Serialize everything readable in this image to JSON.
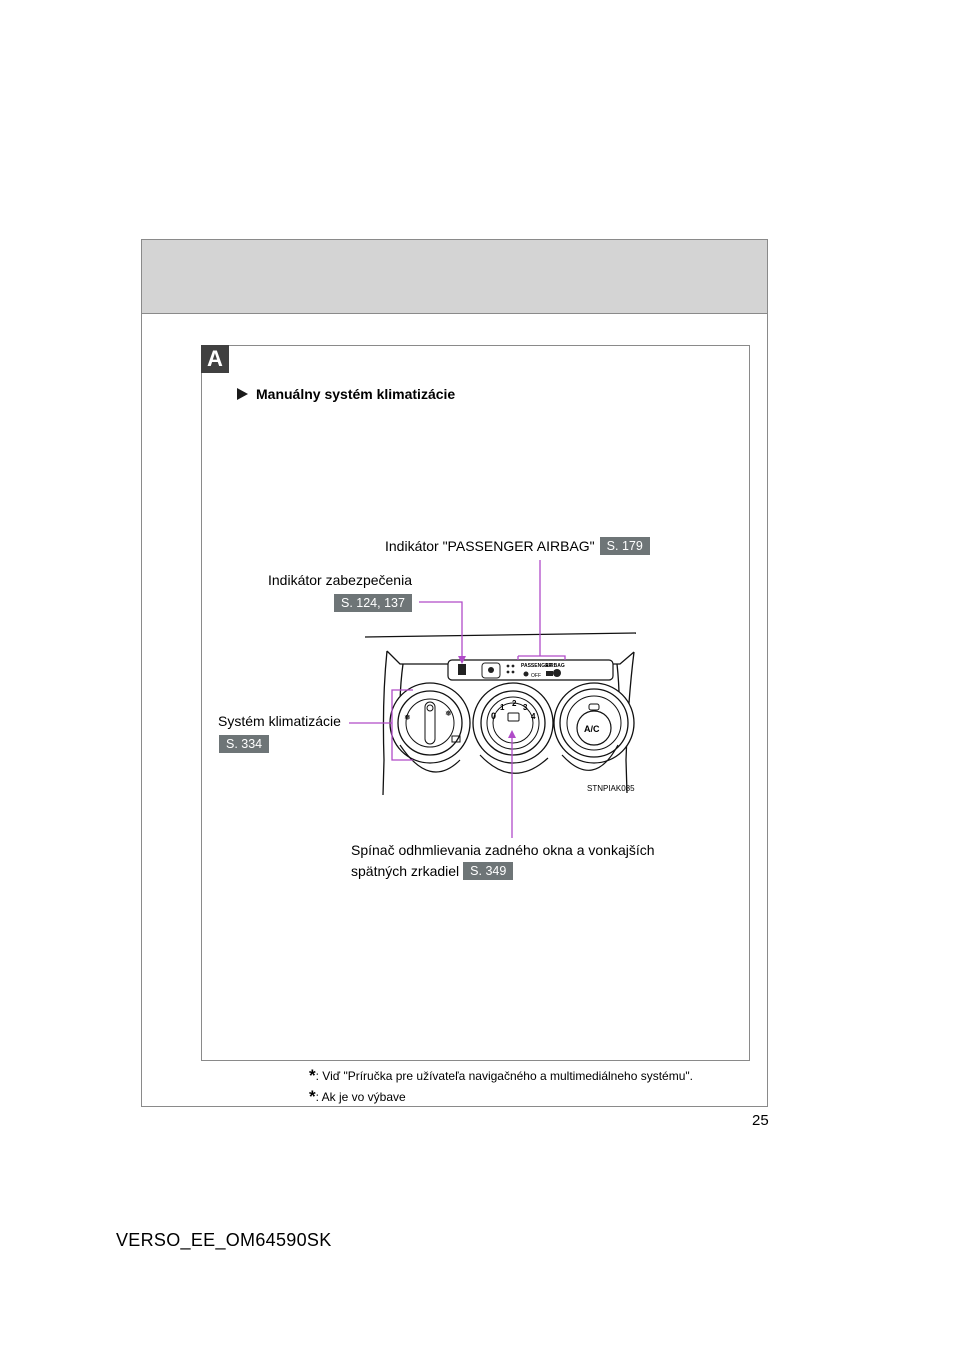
{
  "section_letter": "A",
  "heading": "Manuálny systém klimatizácie",
  "callouts": {
    "airbag": {
      "label": "Indikátor \"PASSENGER AIRBAG\"",
      "ref": "S. 179"
    },
    "security": {
      "label": "Indikátor zabezpečenia",
      "ref": "S. 124, 137"
    },
    "climate": {
      "label": "Systém klimatizácie",
      "ref": "S. 334"
    },
    "defogger": {
      "line1": "Spínač odhmlievania zadného okna a vonkajších",
      "line2": "spätných zrkadiel",
      "ref": "S. 349"
    }
  },
  "figure": {
    "code": "STNPIAK085",
    "panel_text": {
      "passenger": "PASSENGER",
      "airbag": "AIRBAG",
      "off": "OFF",
      "ac": "A/C",
      "fan_0": "0",
      "fan_1": "1",
      "fan_2": "2",
      "fan_3": "3",
      "fan_4": "4"
    }
  },
  "notes": [
    {
      "marker": "*",
      "text": ": Viď \"Príručka pre užívateľa navigačného a multimediálneho systému\"."
    },
    {
      "marker": "*",
      "text": ": Ak je vo výbave"
    }
  ],
  "page_number": "25",
  "document_code": "VERSO_EE_OM64590SK"
}
